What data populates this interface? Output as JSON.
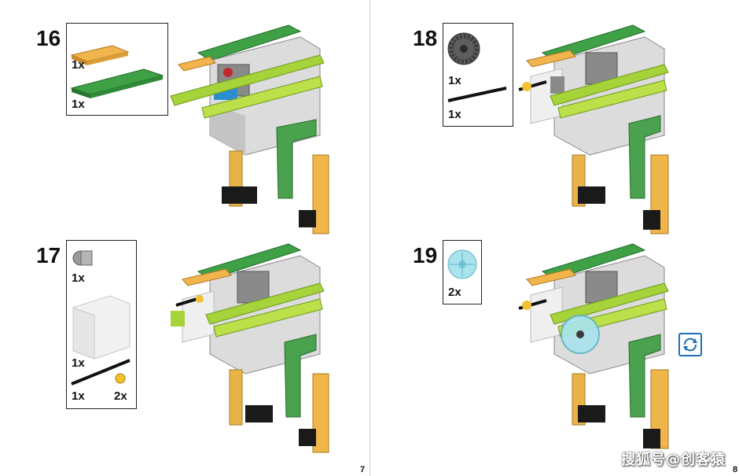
{
  "steps": [
    {
      "number": "16",
      "parts": [
        {
          "qty": "1x"
        },
        {
          "qty": "1x"
        }
      ]
    },
    {
      "number": "17",
      "parts": [
        {
          "qty": "1x"
        },
        {
          "qty": "1x"
        },
        {
          "qty": "1x"
        },
        {
          "qty": "2x"
        }
      ]
    },
    {
      "number": "18",
      "parts": [
        {
          "qty": "1x"
        },
        {
          "qty": "1x"
        }
      ]
    },
    {
      "number": "19",
      "parts": [
        {
          "qty": "2x"
        }
      ]
    }
  ],
  "pages": {
    "left": "7",
    "right": "8"
  },
  "watermark": "搜狐号@创客猿",
  "colors": {
    "green": "#2e8b3a",
    "lime": "#a6d23a",
    "gold": "#e8b44a",
    "gray": "#cfcfcf",
    "dark": "#1a1a1a",
    "blue": "#1f6fb5"
  },
  "icons": [
    "rotate-icon"
  ]
}
